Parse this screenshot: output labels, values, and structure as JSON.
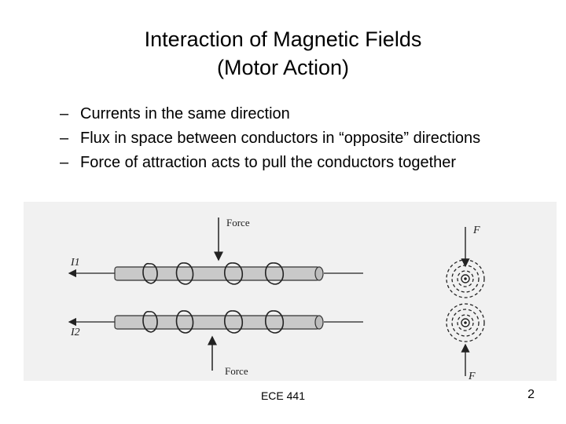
{
  "slide": {
    "title_line1": "Interaction of Magnetic Fields",
    "title_line2": "(Motor Action)",
    "bullets": [
      {
        "dash": "–",
        "text": "Currents in the same direction"
      },
      {
        "dash": "–",
        "text": "Flux in space between conductors in “opposite” directions"
      },
      {
        "dash": "–",
        "text": "Force of attraction acts to pull the conductors together"
      }
    ],
    "footer": "ECE 441",
    "page_number": "2"
  },
  "figure": {
    "force_top_label": "Force",
    "force_bottom_label": "Force",
    "current1_label": "I1",
    "current2_label": "I2",
    "f_top_label": "F",
    "f_bottom_label": "F"
  }
}
